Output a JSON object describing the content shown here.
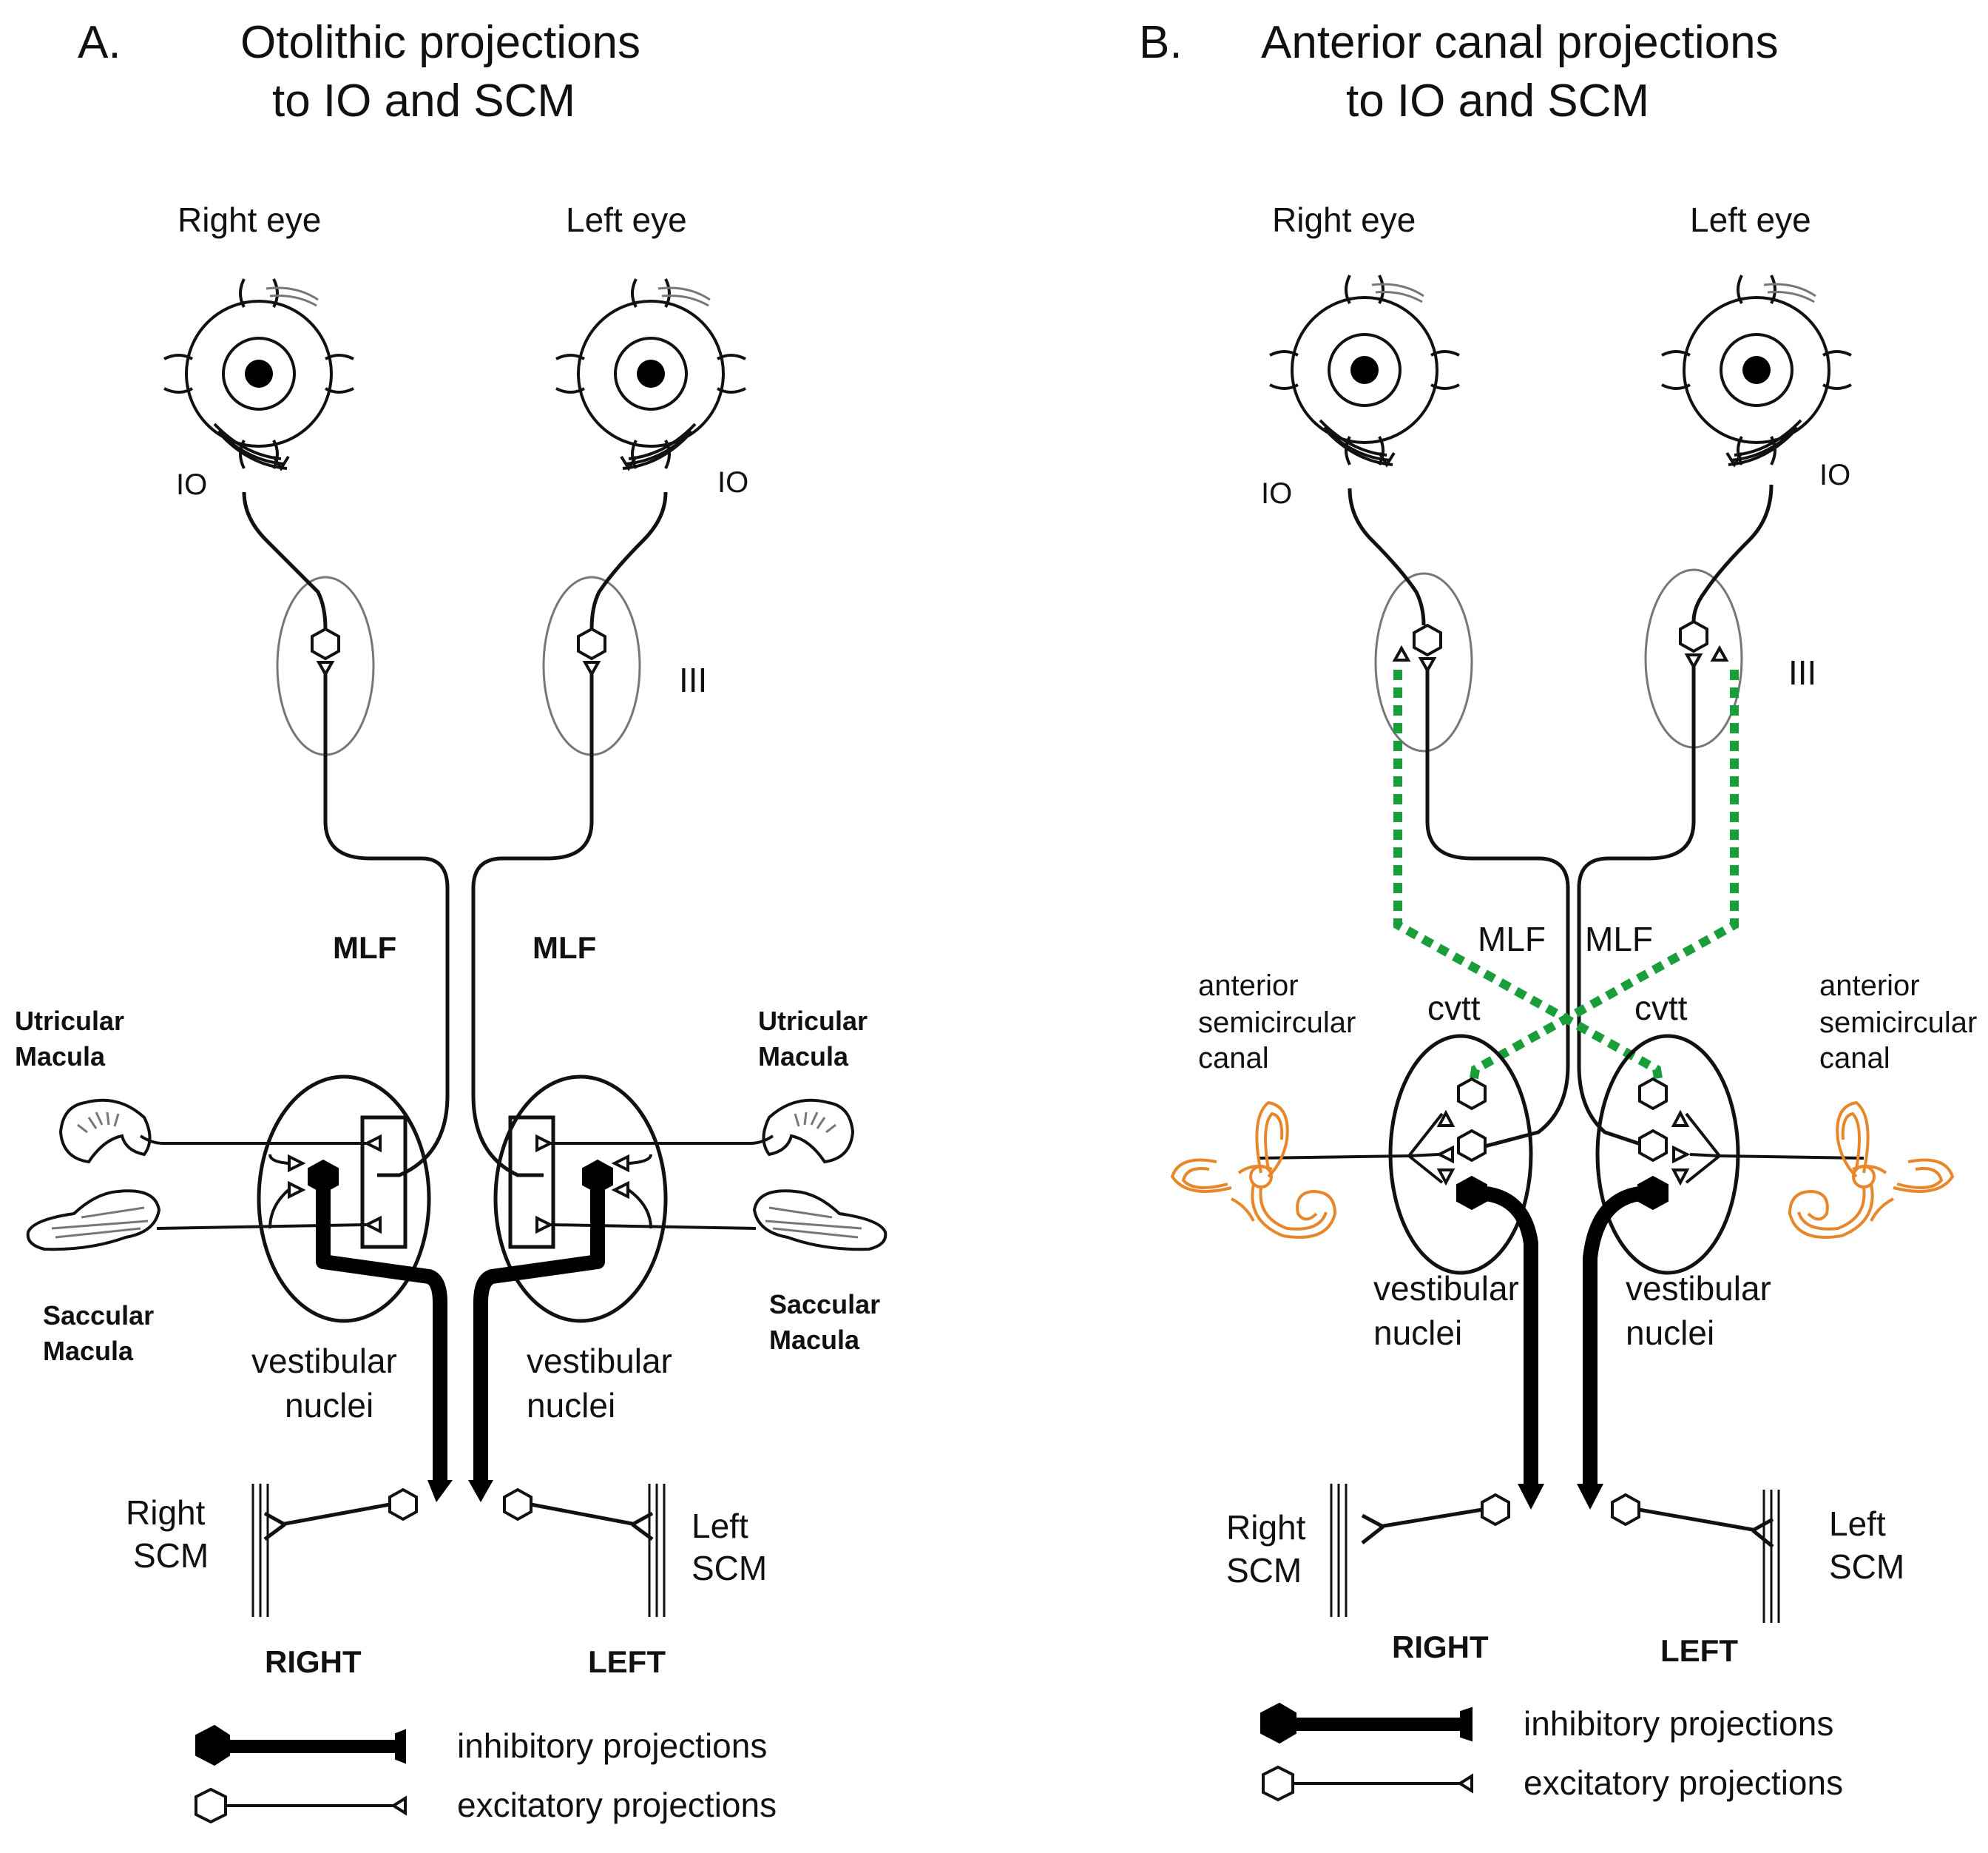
{
  "panel_a": {
    "letter": "A.",
    "title_line1": "Otolithic projections",
    "title_line2": "to IO and SCM",
    "right_eye": "Right eye",
    "left_eye": "Left eye",
    "io_right": "IO",
    "io_left": "IO",
    "nucleus": "III",
    "mlf_right": "MLF",
    "mlf_left": "MLF",
    "utricular_right": [
      "Utricular",
      "Macula"
    ],
    "utricular_left": [
      "Utricular",
      "Macula"
    ],
    "saccular_right": [
      "Saccular",
      "Macula"
    ],
    "saccular_left": [
      "Saccular",
      "Macula"
    ],
    "vn_right": [
      "vestibular",
      "nuclei"
    ],
    "vn_left": [
      "vestibular",
      "nuclei"
    ],
    "scm_right": [
      "Right",
      "SCM"
    ],
    "scm_left": [
      "Left",
      "SCM"
    ],
    "side_right": "RIGHT",
    "side_left": "LEFT",
    "legend_inhibitory": "inhibitory projections",
    "legend_excitatory": "excitatory projections"
  },
  "panel_b": {
    "letter": "B.",
    "title_line1": "Anterior canal projections",
    "title_line2": "to IO and SCM",
    "right_eye": "Right eye",
    "left_eye": "Left eye",
    "io_right": "IO",
    "io_left": "IO",
    "nucleus": "III",
    "mlf_right": "MLF",
    "mlf_left": "MLF",
    "cvtt_right": "cvtt",
    "cvtt_left": "cvtt",
    "canal_right": [
      "anterior",
      "semicircular",
      "canal"
    ],
    "canal_left": [
      "anterior",
      "semicircular",
      "canal"
    ],
    "vn_right": [
      "vestibular",
      "nuclei"
    ],
    "vn_left": [
      "vestibular",
      "nuclei"
    ],
    "scm_right": [
      "Right",
      "SCM"
    ],
    "scm_left": [
      "Left",
      "SCM"
    ],
    "side_right": "RIGHT",
    "side_left": "LEFT",
    "legend_inhibitory": "inhibitory projections",
    "legend_excitatory": "excitatory projections"
  },
  "colors": {
    "cvtt_pathway": "#1a9e3a",
    "semicircular_canal": "#e8872a",
    "inhibitory": "#000000",
    "excitatory_outline": "#111111"
  }
}
